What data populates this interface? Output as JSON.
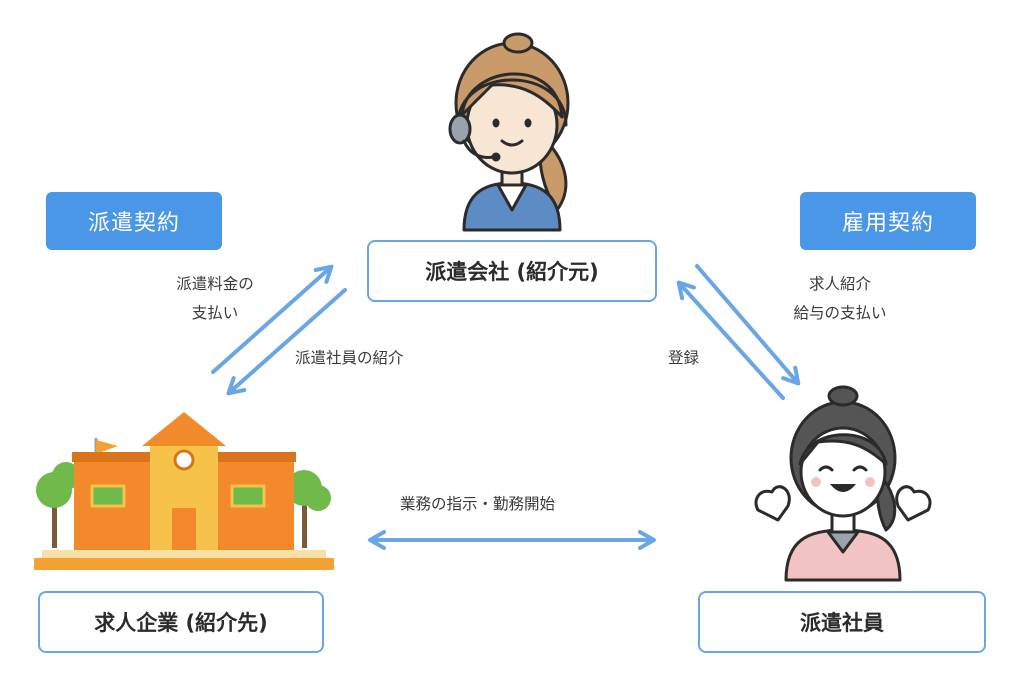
{
  "nodes": {
    "agency": "派遣会社 (紹介元)",
    "client": "求人企業 (紹介先)",
    "worker": "派遣社員"
  },
  "contracts": {
    "left": "派遣契約",
    "right": "雇用契約"
  },
  "labels": {
    "fee_line1": "派遣料金の",
    "fee_line2": "支払い",
    "intro_staff": "派遣社員の紹介",
    "job_line1": "求人紹介",
    "job_line2": "給与の支払い",
    "register": "登録",
    "instructions": "業務の指示・勤務開始"
  },
  "colors": {
    "accent": "#4a97e8",
    "arrow": "#6aa6e6",
    "building": "#f28a2b"
  }
}
